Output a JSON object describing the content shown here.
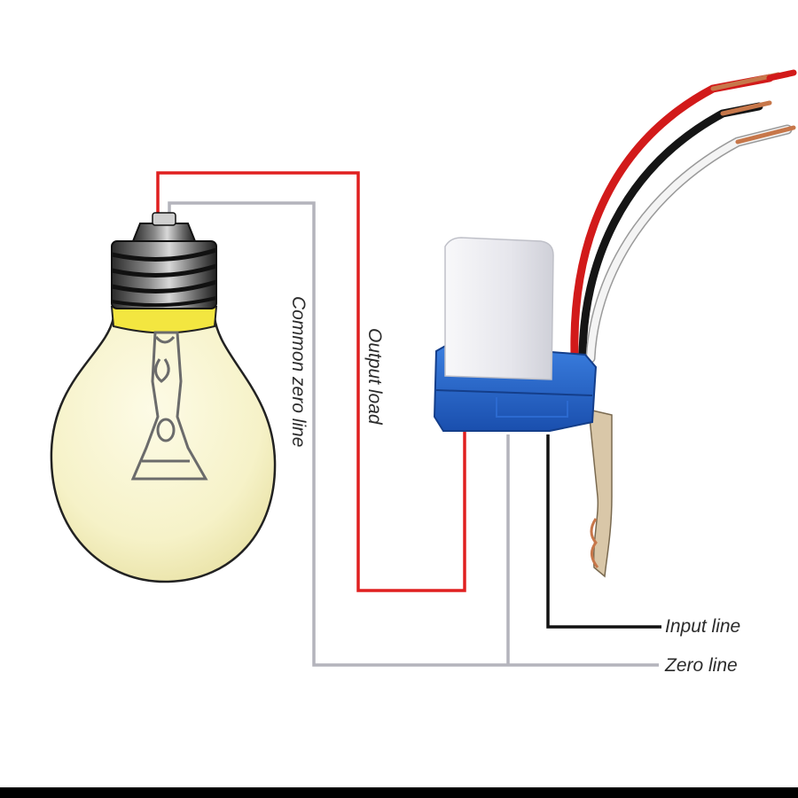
{
  "labels": {
    "common_zero_line": "Common zero line",
    "output_load": "Output load",
    "input_line": "Input line",
    "zero_line": "Zero line"
  },
  "colors": {
    "output_wire": "#e02020",
    "common_zero_wire": "#b4b4bc",
    "input_wire": "#111111",
    "sensor_base": "#1f5fc8",
    "sensor_cap": "#ececf0",
    "bulb_glass": "#f6f2c8",
    "bulb_glow": "#f3e640",
    "red_lead": "#d21a1a",
    "black_lead": "#151515",
    "white_lead": "#f4f4f4",
    "copper": "#c7774a"
  }
}
